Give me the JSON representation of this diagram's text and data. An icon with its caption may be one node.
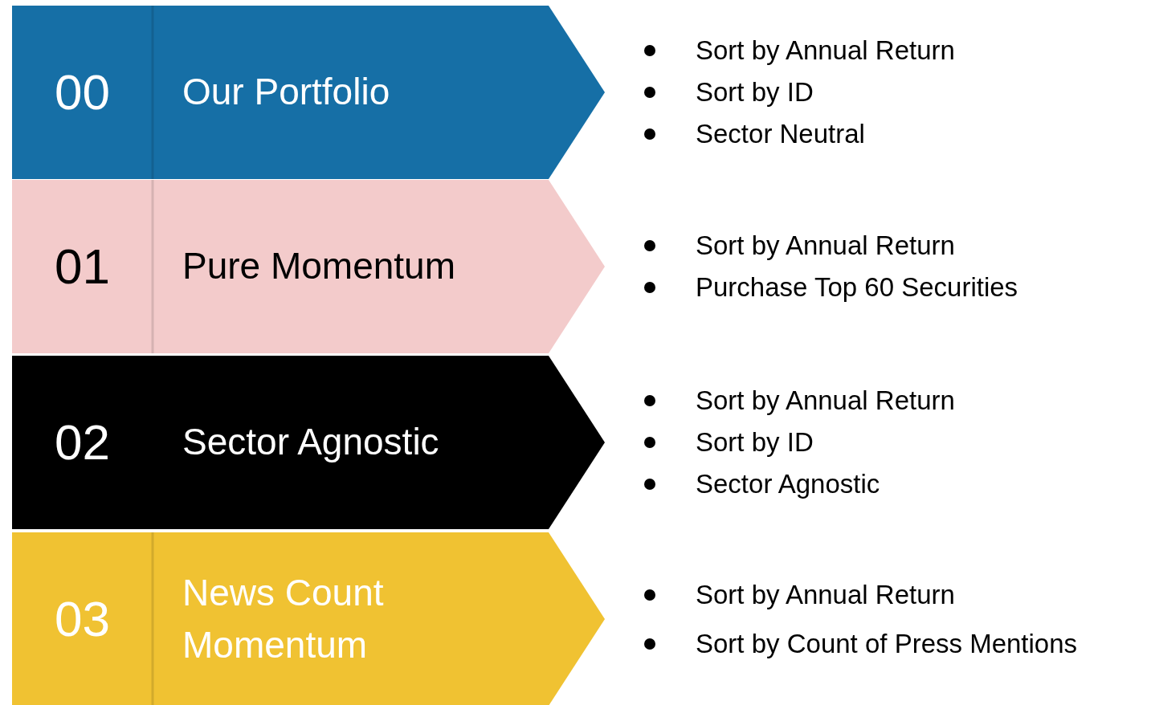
{
  "diagram": {
    "nodes": [
      {
        "text": [
          "00",
          "Our Portfolio"
        ],
        "beside": [
          "Sort by Annual Return",
          "Sort by ID",
          "Sector Neutral"
        ]
      },
      {
        "text": [
          "01",
          "Pure Momentum"
        ],
        "beside": [
          "Sort by Annual Return",
          "Purchase Top 60 Securities"
        ]
      },
      {
        "text": [
          "02",
          "Sector Agnostic"
        ],
        "beside": [
          "Sort by Annual Return",
          "Sort by ID",
          "Sector Agnostic"
        ]
      },
      {
        "text": [
          "03",
          "News Count Momentum"
        ],
        "beside": [
          "Sort by Annual Return",
          "Sort by Count of Press Mentions"
        ]
      }
    ]
  }
}
